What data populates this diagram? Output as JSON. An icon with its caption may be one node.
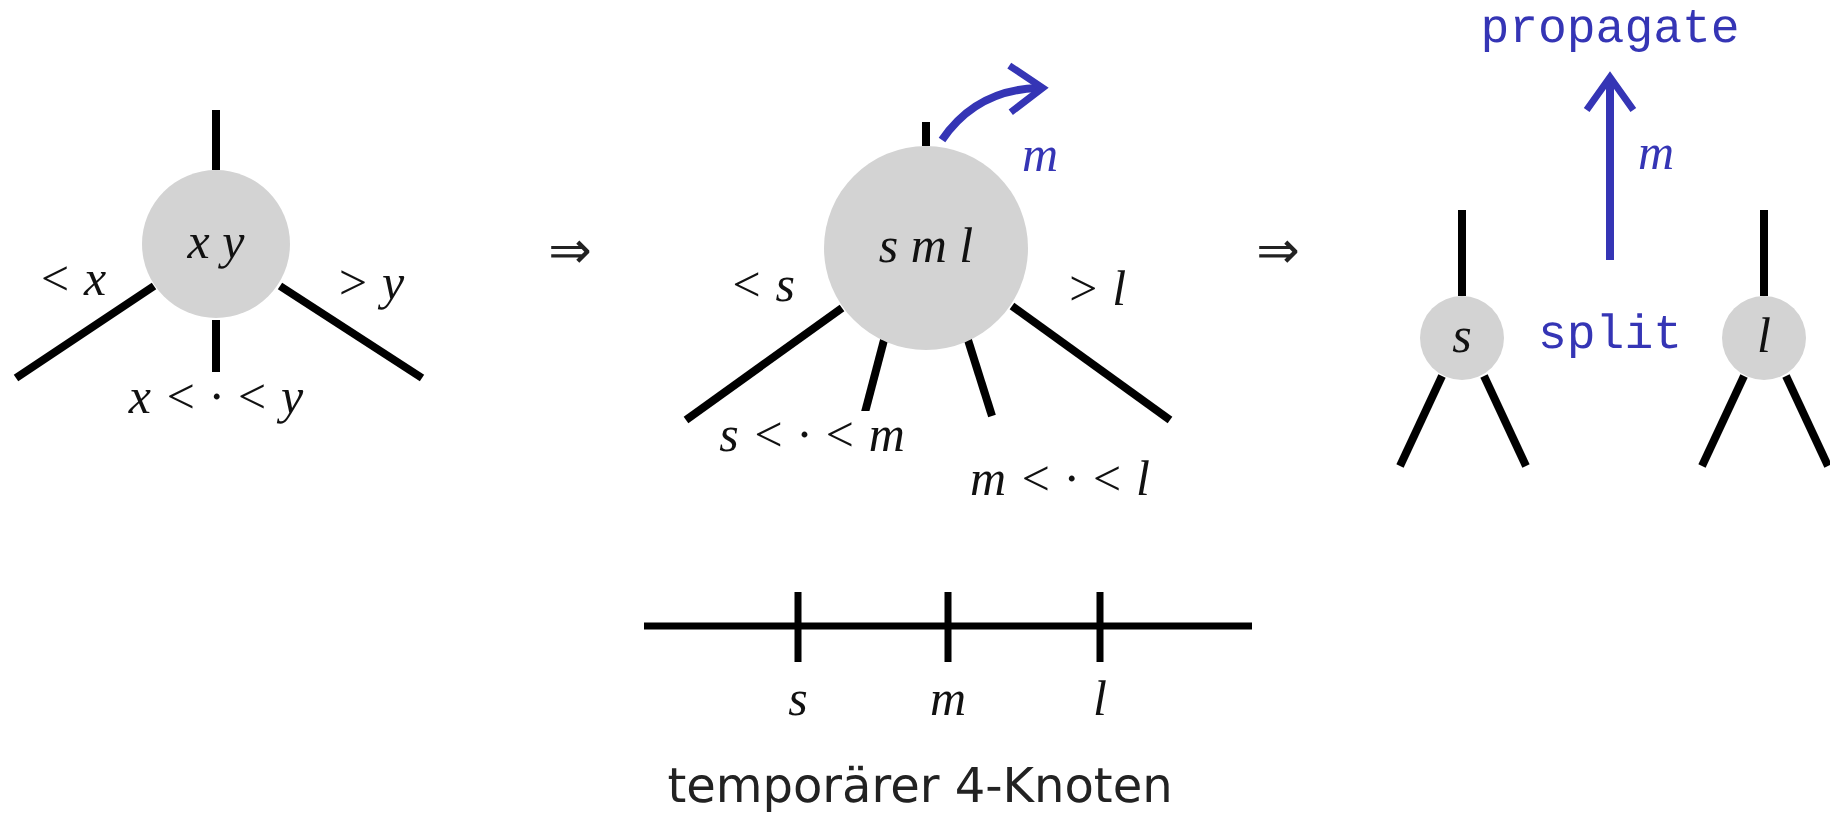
{
  "diagram": {
    "caption": "temporärer 4-Knoten",
    "nodes": [
      {
        "text": [
          "x y"
        ]
      },
      {
        "text": [
          "s m l"
        ]
      },
      {
        "text": [
          "s"
        ]
      },
      {
        "text": [
          "split"
        ]
      },
      {
        "text": [
          "l"
        ]
      },
      {
        "text": [
          "propagate"
        ]
      }
    ],
    "edges": [
      {
        "from": 0,
        "to": null,
        "arrow": "none"
      },
      {
        "from": 0,
        "to": null,
        "arrow": "none",
        "label": "< x"
      },
      {
        "from": 0,
        "to": null,
        "arrow": "none",
        "label": "x < · < y"
      },
      {
        "from": 0,
        "to": null,
        "arrow": "none",
        "label": "> y"
      },
      {
        "from": 1,
        "to": null,
        "arrow": "none"
      },
      {
        "from": 1,
        "to": null,
        "arrow": "none",
        "label": "< s"
      },
      {
        "from": 1,
        "to": null,
        "arrow": "none",
        "label": "s < · < m"
      },
      {
        "from": 1,
        "to": null,
        "arrow": "none",
        "label": "m < · < l"
      },
      {
        "from": 1,
        "to": null,
        "arrow": "none",
        "label": "> l"
      },
      {
        "from": 1,
        "to": null,
        "arrow": "to",
        "label": "m",
        "color": "#3535b5"
      },
      {
        "from": 2,
        "to": null,
        "arrow": "none"
      },
      {
        "from": 2,
        "to": null,
        "arrow": "none"
      },
      {
        "from": 2,
        "to": null,
        "arrow": "none"
      },
      {
        "from": 4,
        "to": null,
        "arrow": "none"
      },
      {
        "from": 4,
        "to": null,
        "arrow": "none"
      },
      {
        "from": 4,
        "to": null,
        "arrow": "none"
      },
      {
        "from": 3,
        "to": 5,
        "arrow": "to",
        "label": "m",
        "color": "#3535b5"
      }
    ],
    "labels": [
      "⇒",
      "⇒",
      "s",
      "m",
      "l"
    ]
  }
}
